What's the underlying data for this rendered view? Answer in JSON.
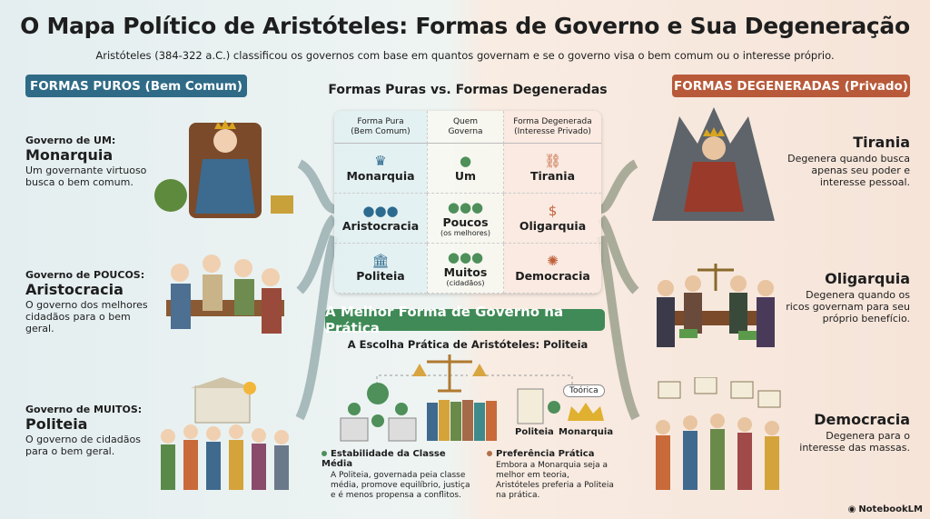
{
  "title": "O Mapa Político de Aristóteles: Formas de Governo e Sua Degeneração",
  "subtitle": "Aristóteles (384-322 a.C.) classificou os governos com base em quantos governam e se o governo visa o bem comum ou o interesse próprio.",
  "left_badge": "FORMAS PUROS (Bem Comum)",
  "right_badge": "FORMAS DEGENERADAS (Privado)",
  "center_title": "Formas Puras vs. Formas Degeneradas",
  "table": {
    "headers": [
      "Forma Pura\n(Bem Comum)",
      "Quem\nGoverna",
      "Forma Degenerada\n(Interesse Privado)"
    ],
    "rows": [
      {
        "pure": "Monarquia",
        "who": "Um",
        "who_note": "",
        "degenerate": "Tirania",
        "icons": [
          "crown-icon",
          "person-icon",
          "broken-chain-icon"
        ]
      },
      {
        "pure": "Aristocracia",
        "who": "Poucos",
        "who_note": "(os melhores)",
        "degenerate": "Oligarquia",
        "icons": [
          "group-icon",
          "group-icon",
          "money-bag-icon"
        ]
      },
      {
        "pure": "Politeia",
        "who": "Muitos",
        "who_note": "(cidadãos)",
        "degenerate": "Democracia",
        "icons": [
          "building-icon",
          "crowd-icon",
          "chaos-icon"
        ]
      }
    ]
  },
  "left": [
    {
      "label": "Governo de UM:",
      "name": "Monarquia",
      "desc": "Um governante virtuoso busca o bem comum."
    },
    {
      "label": "Governo de POUCOS:",
      "name": "Aristocracia",
      "desc": "O governo dos melhores cidadãos para o bem geral."
    },
    {
      "label": "Governo de MUITOS:",
      "name": "Politeia",
      "desc": "O governo de cidadãos para o bem geral."
    }
  ],
  "right": [
    {
      "name": "Tirania",
      "desc": "Degenera quando busca apenas seu poder e interesse pessoal."
    },
    {
      "name": "Oligarquia",
      "desc": "Degenera quando os ricos governam para seu próprio benefício."
    },
    {
      "name": "Democracia",
      "desc": "Degenera para o interesse das massas."
    }
  ],
  "practice": {
    "banner": "A Melhor Forma de Governo na Prática",
    "subtitle": "A Escolha Prática de Aristóteles: Politeia",
    "politeia_label": "Politeia",
    "monarquia_label": "Monarquia",
    "bubble": "Toórica",
    "bullets": [
      {
        "title": "Estabilidade da Classe Média",
        "text": "A Politeia, governada peia classe média, promove equilíbrio, justiça e é menos propensa a conflitos.",
        "color": "#4e8f5a"
      },
      {
        "title": "Preferência Prática",
        "text": "Embora a Monarquia seja a melhor em teoria, Aristóteles preferia a Politeia na prática.",
        "color": "#b0704a"
      }
    ]
  },
  "brand": "NotebookLM"
}
